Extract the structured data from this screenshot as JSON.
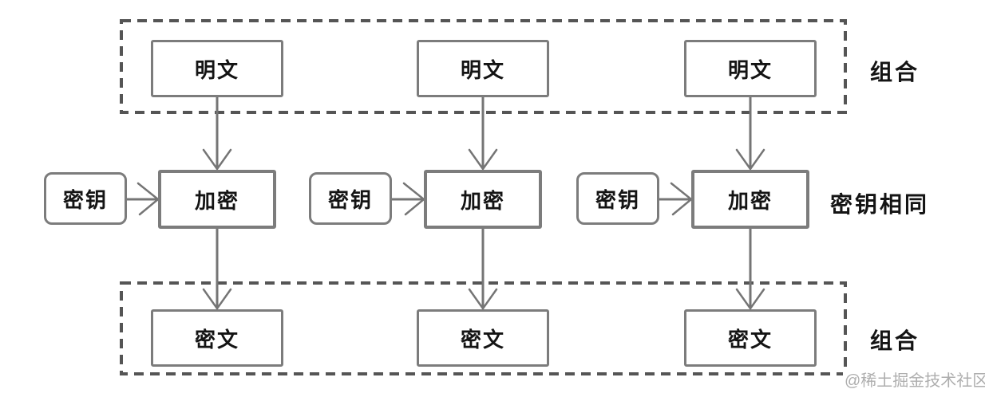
{
  "diagram": {
    "columns": [
      {
        "plaintext": "明文",
        "key": "密钥",
        "encrypt": "加密",
        "ciphertext": "密文"
      },
      {
        "plaintext": "明文",
        "key": "密钥",
        "encrypt": "加密",
        "ciphertext": "密文"
      },
      {
        "plaintext": "明文",
        "key": "密钥",
        "encrypt": "加密",
        "ciphertext": "密文"
      }
    ],
    "labels": {
      "top_group": "组合",
      "same_key": "密钥相同",
      "bottom_group": "组合"
    },
    "watermark": "@稀土掘金技术社区",
    "colors": {
      "box_border": "#7c7c7c",
      "dashed_border": "#555555",
      "arrow": "#757575",
      "text": "#141414",
      "watermark": "#aeaeae",
      "background": "#ffffff"
    }
  }
}
